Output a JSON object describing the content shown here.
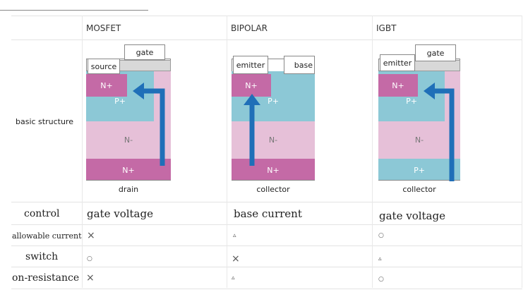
{
  "table": {
    "headers": [
      "",
      "MOSFET",
      "BIPOLAR",
      "IGBT"
    ],
    "row_label_basic": "basic structure",
    "rows": [
      {
        "label": "control",
        "values": [
          "gate voltage",
          "base current",
          "gate voltage"
        ]
      },
      {
        "label": "allowable current",
        "values": [
          "×",
          "▵",
          "○"
        ]
      },
      {
        "label": "switch",
        "values": [
          "○",
          "×",
          "▵"
        ]
      },
      {
        "label": "on-resistance",
        "values": [
          "×",
          "▵",
          "○"
        ]
      }
    ]
  },
  "diagrams": {
    "mosfet": {
      "top_left_terminal": "source",
      "top_right_terminal": "gate",
      "layers": [
        "N+",
        "P+",
        "N-",
        "N+"
      ],
      "bottom_terminal": "drain"
    },
    "bipolar": {
      "top_left_terminal": "emitter",
      "top_right_terminal": "base",
      "layers": [
        "N+",
        "P+",
        "N-",
        "N+"
      ],
      "bottom_terminal": "collector"
    },
    "igbt": {
      "top_left_terminal": "emitter",
      "top_right_terminal": "gate",
      "layers": [
        "N+",
        "P+",
        "N-",
        "P+"
      ],
      "bottom_terminal": "collector"
    }
  },
  "colors": {
    "n_plus": "#c46aa6",
    "p_plus": "#8cc8d6",
    "n_minus": "#e6c0d8",
    "arrow": "#1f6fb8",
    "grid": "#e3e3e3"
  }
}
